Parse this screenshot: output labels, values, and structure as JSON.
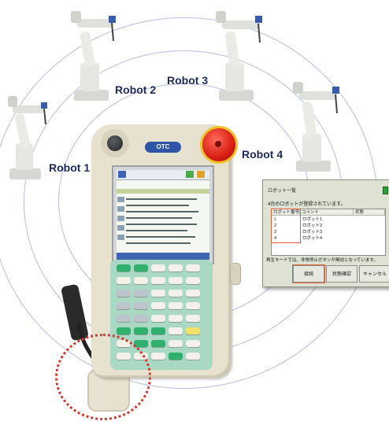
{
  "robot_labels": [
    "Robot 1",
    "Robot 2",
    "Robot 3",
    "Robot 4"
  ],
  "pendant": {
    "logo": "OTC"
  },
  "dialog": {
    "title": "ロボット一覧",
    "message": "4台のロボットが登録されています。",
    "columns": [
      "ロボット番号",
      "コメント",
      "状態"
    ],
    "rows": [
      {
        "no": "1",
        "comment": "ロボット1"
      },
      {
        "no": "2",
        "comment": "ロボット2"
      },
      {
        "no": "3",
        "comment": "ロボット3"
      },
      {
        "no": "4",
        "comment": "ロボット4"
      }
    ],
    "note": "再生モードでは、非常停止ボタンが無効となっています。",
    "buttons": {
      "connect": "接続",
      "status": "状態確認",
      "cancel": "キャンセル"
    }
  },
  "colors": {
    "ring": "#b9bde3",
    "label": "#1e2a5a",
    "highlight": "#e1603a",
    "dotted_circle": "#d33a2e",
    "emergency_stop": "#d81e12",
    "keypad": "#a9d8c4"
  }
}
